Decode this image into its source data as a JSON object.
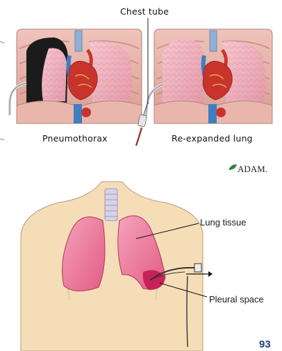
{
  "top_figure": {
    "chest_tube_label": "Chest tube",
    "left_panel_caption": "Pneumothorax",
    "right_panel_caption": "Re-expanded lung"
  },
  "logo": {
    "text": "ADAM.",
    "icon": "adam-leaf-icon"
  },
  "bottom_figure": {
    "lung_tissue_label": "Lung tissue",
    "pleural_space_label": "Pleural space"
  },
  "page_number": "93",
  "colors": {
    "skin": "#f5ddb8",
    "lung": "#e8567e",
    "lung_light": "#f2a0b8",
    "pleural_fill": "#c8225a",
    "heart": "#c8342c",
    "vessel_blue": "#3f7fbf",
    "chest_wall": "#e7b3aa",
    "page_number": "#1f3f8a"
  }
}
